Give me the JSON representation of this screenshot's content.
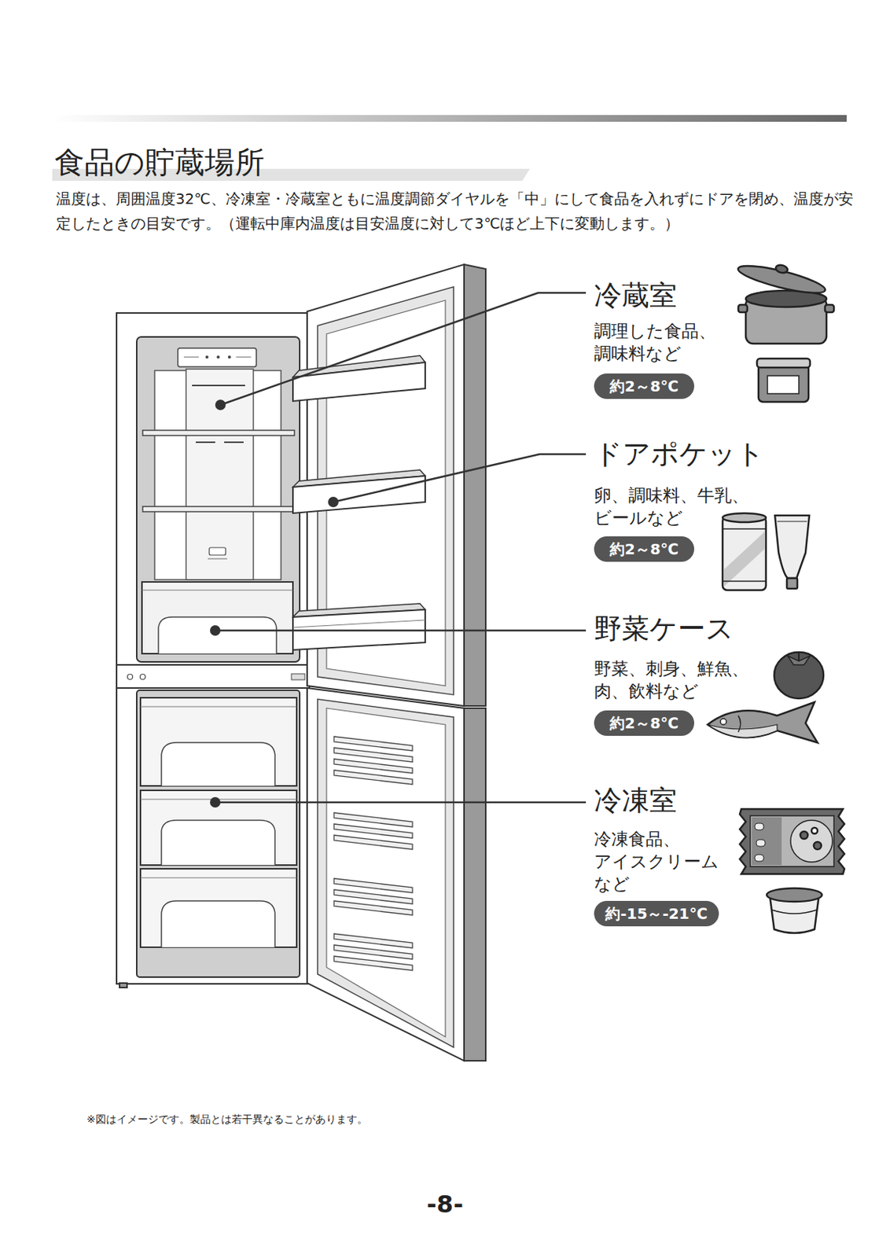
{
  "diagram": {
    "title": "食品の貯蔵場所",
    "nodes": [
      {
        "text": [
          "約2～8℃"
        ]
      },
      {
        "text": [
          "約2～8℃"
        ]
      },
      {
        "text": [
          "約2～8℃"
        ]
      },
      {
        "text": [
          "約-15～-21℃"
        ]
      }
    ],
    "labels": [
      "温度は、周囲温度32℃、冷凍室・冷蔵室ともに温度調節ダイヤルを「中」にして食品を入れずにドアを閉め、温度が安定したときの目安です。（運転中庫内温度は目安温度に対して3℃ほど上下に変動します。）",
      "冷蔵室",
      "調理した食品、 調味料など",
      "ドアポケット",
      "卵、調味料、牛乳、 ビールなど",
      "野菜ケース",
      "野菜、刺身、鮮魚、 肉、飲料など",
      "冷凍室",
      "冷凍食品、 アイスクリーム など",
      "※図はイメージです。製品とは若干異なることがあります。",
      "-8-"
    ]
  }
}
